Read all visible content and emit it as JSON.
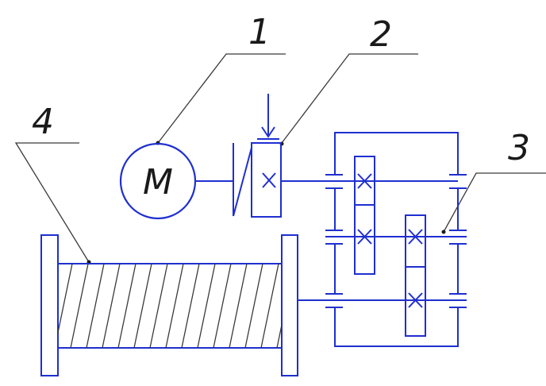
{
  "diagram": {
    "callouts": [
      {
        "key": "motor",
        "text": "1"
      },
      {
        "key": "brake",
        "text": "2"
      },
      {
        "key": "gearbox",
        "text": "3"
      },
      {
        "key": "drum",
        "text": "4"
      }
    ],
    "motor_letter": "M",
    "colors": {
      "mechanism": "#1f2fd0",
      "leader": "#3a3a3a",
      "label": "#1a1a1a",
      "background": "#ffffff"
    }
  }
}
